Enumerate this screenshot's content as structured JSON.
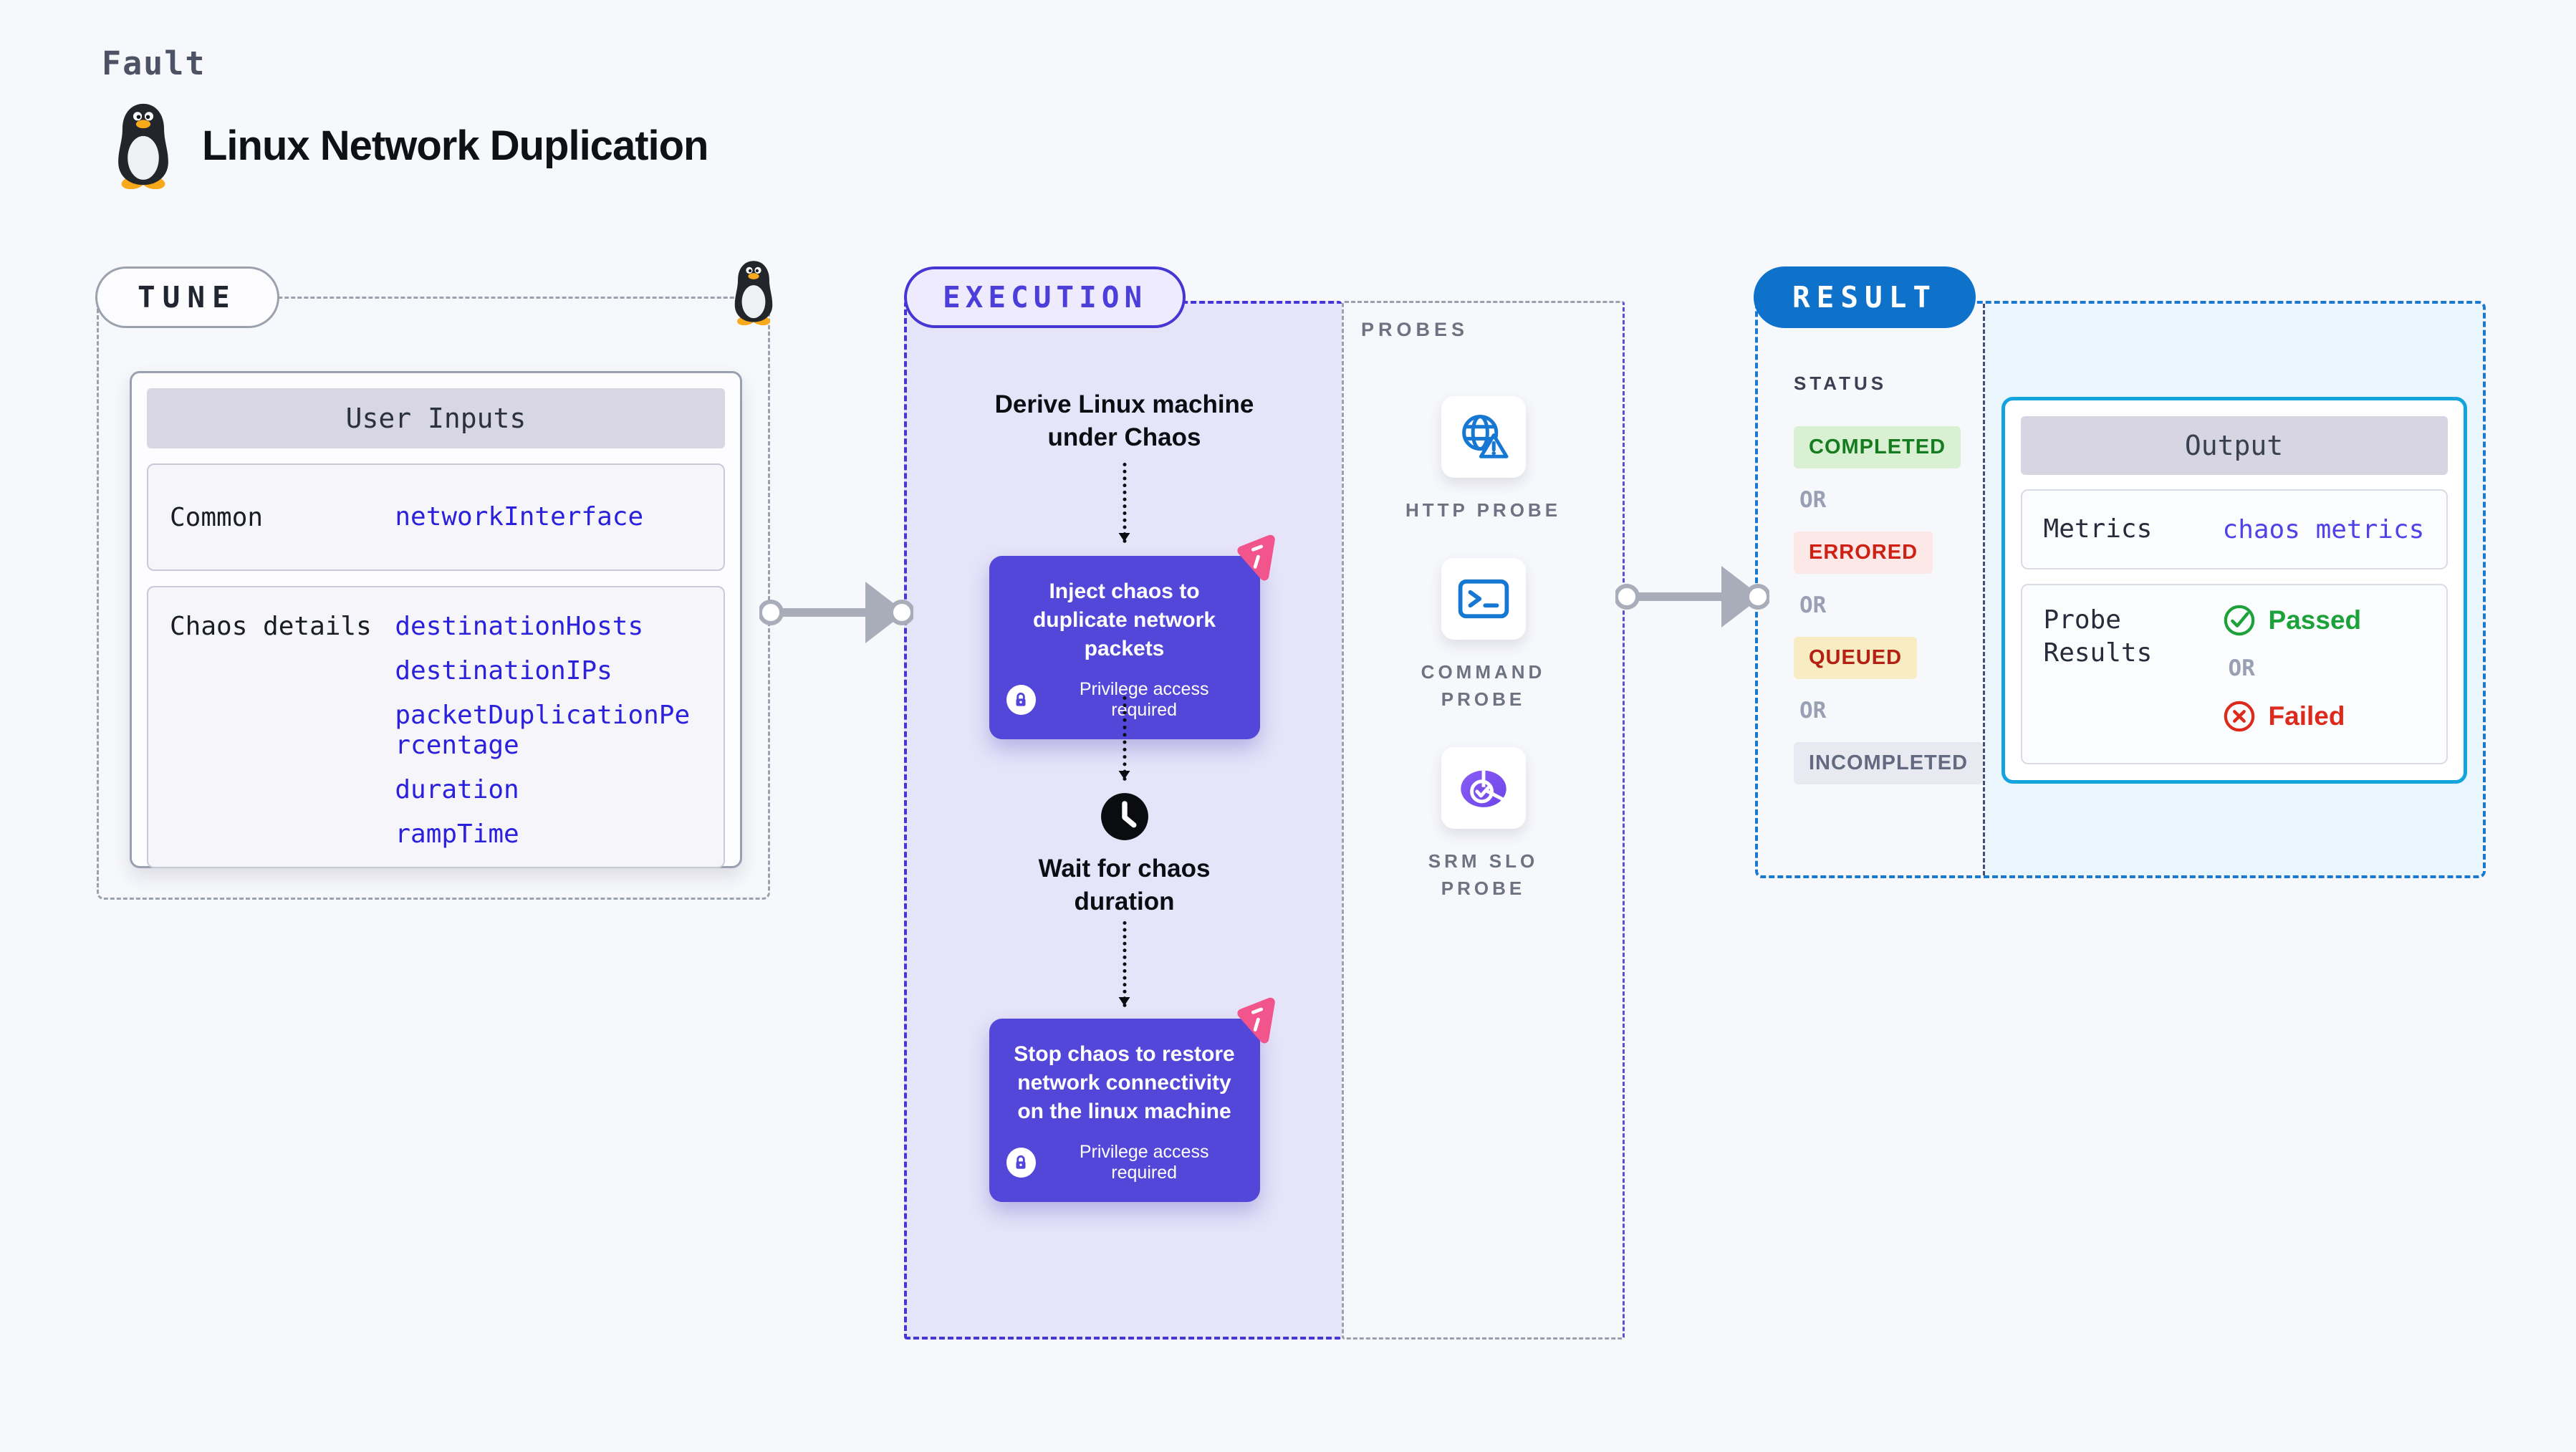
{
  "header": {
    "kicker": "Fault",
    "title": "Linux Network Duplication"
  },
  "tune": {
    "badge": "TUNE",
    "table": {
      "header": "User Inputs",
      "rows": [
        {
          "label": "Common",
          "values": [
            "networkInterface"
          ]
        },
        {
          "label": "Chaos details",
          "values": [
            "destinationHosts",
            "destinationIPs",
            "packetDuplicationPercentage",
            "duration",
            "rampTime"
          ]
        }
      ]
    }
  },
  "execution": {
    "badge": "EXECUTION",
    "steps": {
      "derive": "Derive Linux machine under Chaos",
      "inject": "Inject chaos to duplicate network packets",
      "wait": "Wait for chaos duration",
      "stop": "Stop chaos to restore network connectivity on the linux machine"
    },
    "privilege_note": "Privilege access required"
  },
  "probes": {
    "label": "PROBES",
    "items": [
      {
        "name": "HTTP PROBE",
        "icon": "globe-alert-icon"
      },
      {
        "name": "COMMAND PROBE",
        "icon": "terminal-icon"
      },
      {
        "name": "SRM SLO PROBE",
        "icon": "slo-pie-icon"
      }
    ]
  },
  "result": {
    "badge": "RESULT",
    "status_label": "STATUS",
    "or": "OR",
    "statuses": [
      {
        "label": "COMPLETED",
        "bg": "#d9f0d3",
        "fg": "#157d1f"
      },
      {
        "label": "ERRORED",
        "bg": "#fce9e7",
        "fg": "#ce2114"
      },
      {
        "label": "QUEUED",
        "bg": "#f8ecc3",
        "fg": "#b42114"
      },
      {
        "label": "INCOMPLETED",
        "bg": "#e9eaf1",
        "fg": "#626980"
      }
    ],
    "output": {
      "header": "Output",
      "metrics_label": "Metrics",
      "metrics_value": "chaos metrics",
      "probe_results_label": "Probe Results",
      "passed": "Passed",
      "or": "OR",
      "failed": "Failed"
    }
  },
  "colors": {
    "page_bg": "#f7f8fc",
    "tune_border": "#9ba1ad",
    "execution_accent": "#4636d3",
    "execution_fill": "#e6e4f9",
    "chaos_step_bg": "#5347d9",
    "chaos_logo_pink": "#f2548c",
    "probe_icon_blue": "#1678d3",
    "result_accent": "#0e72cb",
    "output_border": "#14a4dd",
    "output_fill": "#e9f6fd",
    "input_value_blue": "#2b21dc",
    "passed_green": "#1ca23a",
    "failed_red": "#dc2a1c"
  }
}
